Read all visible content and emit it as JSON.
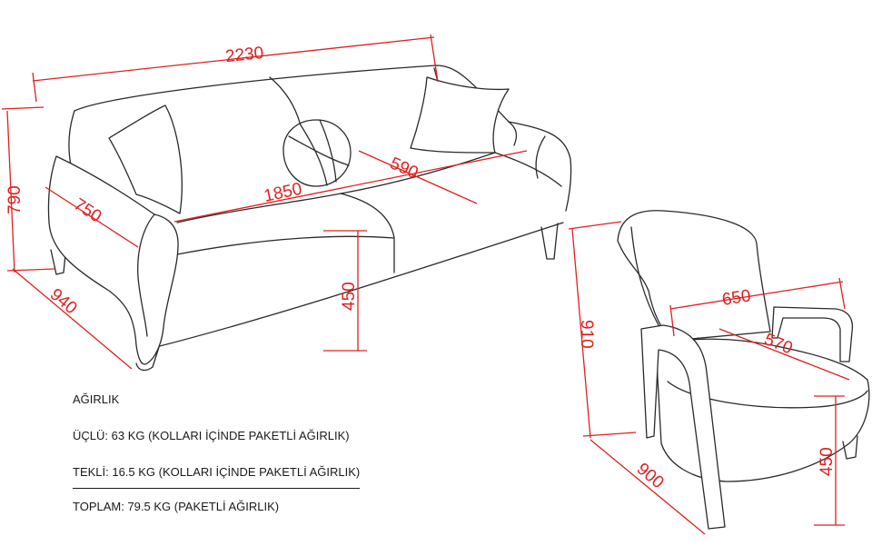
{
  "dimensions": {
    "sofa_width": "2230",
    "sofa_height": "790",
    "sofa_arm_depth": "750",
    "sofa_depth": "940",
    "sofa_seat_width": "1850",
    "sofa_seat_depth": "590",
    "sofa_seat_height": "450",
    "chair_seat_width": "650",
    "chair_seat_depth": "570",
    "chair_height": "910",
    "chair_depth": "900",
    "chair_seat_height": "450"
  },
  "weights": {
    "heading": "AĞIRLIK",
    "triple": "ÜÇLÜ:  63 KG (KOLLARI İÇİNDE PAKETLİ  AĞIRLIK)",
    "single": "TEKLİ:  16.5 KG (KOLLARI İÇİNDE PAKETLİ  AĞIRLIK)",
    "total": "TOPLAM:  79.5 KG (PAKETLİ AĞIRLIK)"
  },
  "colors": {
    "dimension": "#e02020",
    "outline": "#2a2a2a",
    "background": "#ffffff"
  }
}
